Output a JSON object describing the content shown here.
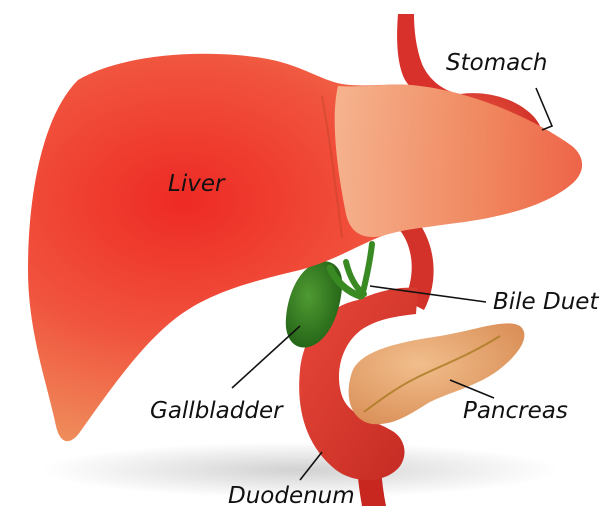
{
  "labels": {
    "liver": "Liver",
    "stomach": "Stomach",
    "bile_duct": "Bile Duet",
    "gallbladder": "Gallbladder",
    "pancreas": "Pancreas",
    "duodenum": "Duodenum"
  },
  "colors": {
    "background": "#ffffff",
    "liver_core": "#ee2a24",
    "liver_mid": "#f0543e",
    "liver_edge": "#ef8a5a",
    "liver_highlight": "#f6c49c",
    "gallbladder": "#2f7d1f",
    "pancreas": "#e6a46a",
    "vessel": "#d8302a"
  }
}
